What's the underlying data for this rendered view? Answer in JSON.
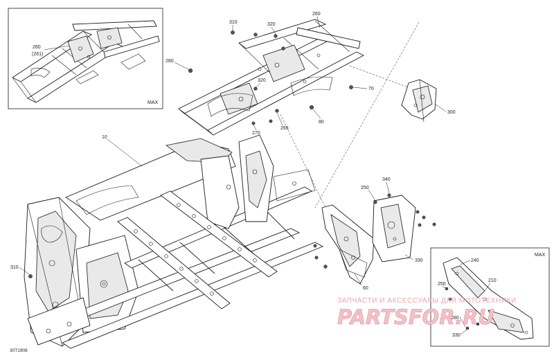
{
  "diagram": {
    "callouts": {
      "inset_left_part": "260",
      "inset_left_part_alt": "(261)",
      "inset_left_tag": "MAX",
      "p310_top": "310",
      "p320": "320",
      "p260_top": "260",
      "p280": "280",
      "p320_mid": "320",
      "p70": "70",
      "p265": "265",
      "p270": "270",
      "p80": "80",
      "p300": "300",
      "p10": "10",
      "p340": "340",
      "p250": "250",
      "p330": "330",
      "p60": "60",
      "p310_left": "310",
      "inset_right_tag": "MAX",
      "inset_right_240": "240",
      "inset_right_210": "210",
      "inset_right_250": "250",
      "inset_right_280": "280",
      "inset_right_330": "330"
    },
    "figure_code": "30T1908",
    "watermark": {
      "top_line": "ЗАПЧАСТИ И АКСЕССУАРЫ ДЛЯ МОТОТЕХНИКИ",
      "logo": "PARTSFOR.RU"
    }
  }
}
